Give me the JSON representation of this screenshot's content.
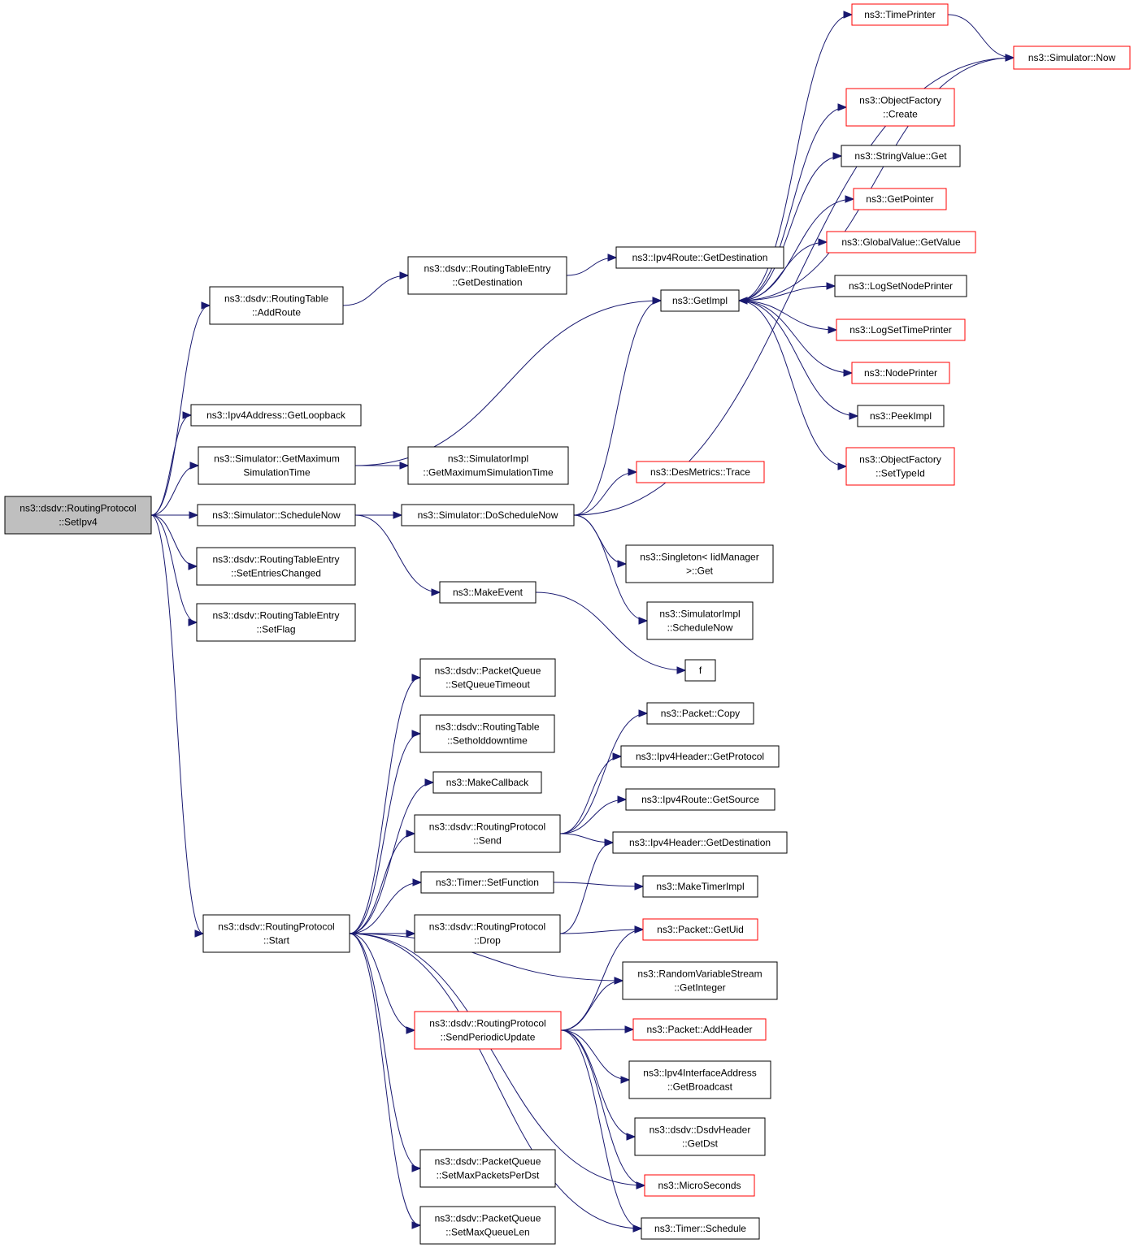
{
  "nodes": [
    {
      "id": "setipv4",
      "label": [
        "ns3::dsdv::RoutingProtocol",
        "::SetIpv4"
      ],
      "root": true
    },
    {
      "id": "addroute",
      "label": [
        "ns3::dsdv::RoutingTable",
        "::AddRoute"
      ]
    },
    {
      "id": "getloopback",
      "label": [
        "ns3::Ipv4Address::GetLoopback"
      ]
    },
    {
      "id": "getmaxsim",
      "label": [
        "ns3::Simulator::GetMaximum",
        "SimulationTime"
      ]
    },
    {
      "id": "schedulenow",
      "label": [
        "ns3::Simulator::ScheduleNow"
      ]
    },
    {
      "id": "setentrieschanged",
      "label": [
        "ns3::dsdv::RoutingTableEntry",
        "::SetEntriesChanged"
      ]
    },
    {
      "id": "setflag",
      "label": [
        "ns3::dsdv::RoutingTableEntry",
        "::SetFlag"
      ]
    },
    {
      "id": "start",
      "label": [
        "ns3::dsdv::RoutingProtocol",
        "::Start"
      ]
    },
    {
      "id": "rte_getdest",
      "label": [
        "ns3::dsdv::RoutingTableEntry",
        "::GetDestination"
      ]
    },
    {
      "id": "ipv4route_getdest",
      "label": [
        "ns3::Ipv4Route::GetDestination"
      ]
    },
    {
      "id": "getimpl",
      "label": [
        "ns3::GetImpl"
      ]
    },
    {
      "id": "simimpl_getmax",
      "label": [
        "ns3::SimulatorImpl",
        "::GetMaximumSimulationTime"
      ]
    },
    {
      "id": "doschedulenow",
      "label": [
        "ns3::Simulator::DoScheduleNow"
      ]
    },
    {
      "id": "makeevent",
      "label": [
        "ns3::MakeEvent"
      ]
    },
    {
      "id": "timeprinter",
      "label": [
        "ns3::TimePrinter"
      ],
      "red": true
    },
    {
      "id": "simnow",
      "label": [
        "ns3::Simulator::Now"
      ],
      "red": true
    },
    {
      "id": "objfactory_create",
      "label": [
        "ns3::ObjectFactory",
        "::Create"
      ],
      "red": true
    },
    {
      "id": "stringvalue_get",
      "label": [
        "ns3::StringValue::Get"
      ]
    },
    {
      "id": "getpointer",
      "label": [
        "ns3::GetPointer"
      ],
      "red": true
    },
    {
      "id": "globalvalue_getvalue",
      "label": [
        "ns3::GlobalValue::GetValue"
      ],
      "red": true
    },
    {
      "id": "logsetnodeprinter",
      "label": [
        "ns3::LogSetNodePrinter"
      ]
    },
    {
      "id": "logsettimeprinter",
      "label": [
        "ns3::LogSetTimePrinter"
      ],
      "red": true
    },
    {
      "id": "nodeprinter",
      "label": [
        "ns3::NodePrinter"
      ],
      "red": true
    },
    {
      "id": "peekimpl",
      "label": [
        "ns3::PeekImpl"
      ]
    },
    {
      "id": "objfactory_settypeid",
      "label": [
        "ns3::ObjectFactory",
        "::SetTypeId"
      ],
      "red": true
    },
    {
      "id": "desmetrics_trace",
      "label": [
        "ns3::DesMetrics::Trace"
      ],
      "red": true
    },
    {
      "id": "singleton_get",
      "label": [
        "ns3::Singleton< IidManager",
        ">::Get"
      ]
    },
    {
      "id": "simimpl_schedulenow",
      "label": [
        "ns3::SimulatorImpl",
        "::ScheduleNow"
      ]
    },
    {
      "id": "f",
      "label": [
        "f"
      ]
    },
    {
      "id": "setqueuetimeout",
      "label": [
        "ns3::dsdv::PacketQueue",
        "::SetQueueTimeout"
      ]
    },
    {
      "id": "setholddowntime",
      "label": [
        "ns3::dsdv::RoutingTable",
        "::Setholddowntime"
      ]
    },
    {
      "id": "makecallback",
      "label": [
        "ns3::MakeCallback"
      ]
    },
    {
      "id": "send",
      "label": [
        "ns3::dsdv::RoutingProtocol",
        "::Send"
      ]
    },
    {
      "id": "timer_setfunction",
      "label": [
        "ns3::Timer::SetFunction"
      ]
    },
    {
      "id": "drop",
      "label": [
        "ns3::dsdv::RoutingProtocol",
        "::Drop"
      ]
    },
    {
      "id": "sendperiodicupdate",
      "label": [
        "ns3::dsdv::RoutingProtocol",
        "::SendPeriodicUpdate"
      ],
      "red": true
    },
    {
      "id": "setmaxpacketsperdst",
      "label": [
        "ns3::dsdv::PacketQueue",
        "::SetMaxPacketsPerDst"
      ]
    },
    {
      "id": "setmaxqueuelen",
      "label": [
        "ns3::dsdv::PacketQueue",
        "::SetMaxQueueLen"
      ]
    },
    {
      "id": "packet_copy",
      "label": [
        "ns3::Packet::Copy"
      ]
    },
    {
      "id": "ipv4header_getprotocol",
      "label": [
        "ns3::Ipv4Header::GetProtocol"
      ]
    },
    {
      "id": "ipv4route_getsource",
      "label": [
        "ns3::Ipv4Route::GetSource"
      ]
    },
    {
      "id": "ipv4header_getdest",
      "label": [
        "ns3::Ipv4Header::GetDestination"
      ]
    },
    {
      "id": "maketimerimpl",
      "label": [
        "ns3::MakeTimerImpl"
      ]
    },
    {
      "id": "packet_getuid",
      "label": [
        "ns3::Packet::GetUid"
      ],
      "red": true
    },
    {
      "id": "rvs_getinteger",
      "label": [
        "ns3::RandomVariableStream",
        "::GetInteger"
      ]
    },
    {
      "id": "packet_addheader",
      "label": [
        "ns3::Packet::AddHeader"
      ],
      "red": true
    },
    {
      "id": "ipv4ifaddr_getbroadcast",
      "label": [
        "ns3::Ipv4InterfaceAddress",
        "::GetBroadcast"
      ]
    },
    {
      "id": "dsdvheader_getdst",
      "label": [
        "ns3::dsdv::DsdvHeader",
        "::GetDst"
      ]
    },
    {
      "id": "microseconds",
      "label": [
        "ns3::MicroSeconds"
      ],
      "red": true
    },
    {
      "id": "timer_schedule",
      "label": [
        "ns3::Timer::Schedule"
      ]
    }
  ],
  "edges": [
    [
      "setipv4",
      "addroute"
    ],
    [
      "setipv4",
      "getloopback"
    ],
    [
      "setipv4",
      "getmaxsim"
    ],
    [
      "setipv4",
      "schedulenow"
    ],
    [
      "setipv4",
      "setentrieschanged"
    ],
    [
      "setipv4",
      "setflag"
    ],
    [
      "setipv4",
      "start"
    ],
    [
      "addroute",
      "rte_getdest"
    ],
    [
      "rte_getdest",
      "ipv4route_getdest"
    ],
    [
      "getmaxsim",
      "getimpl"
    ],
    [
      "getmaxsim",
      "simimpl_getmax"
    ],
    [
      "schedulenow",
      "doschedulenow"
    ],
    [
      "schedulenow",
      "makeevent"
    ],
    [
      "doschedulenow",
      "getimpl"
    ],
    [
      "doschedulenow",
      "simnow"
    ],
    [
      "doschedulenow",
      "desmetrics_trace"
    ],
    [
      "doschedulenow",
      "singleton_get"
    ],
    [
      "doschedulenow",
      "simimpl_schedulenow"
    ],
    [
      "makeevent",
      "f"
    ],
    [
      "getimpl",
      "timeprinter"
    ],
    [
      "getimpl",
      "objfactory_create"
    ],
    [
      "getimpl",
      "stringvalue_get"
    ],
    [
      "getimpl",
      "getpointer"
    ],
    [
      "getimpl",
      "globalvalue_getvalue"
    ],
    [
      "getimpl",
      "logsetnodeprinter"
    ],
    [
      "getimpl",
      "logsettimeprinter"
    ],
    [
      "getimpl",
      "nodeprinter"
    ],
    [
      "getimpl",
      "peekimpl"
    ],
    [
      "getimpl",
      "objfactory_settypeid"
    ],
    [
      "timeprinter",
      "simnow"
    ],
    [
      "simnow",
      "getimpl"
    ],
    [
      "start",
      "setqueuetimeout"
    ],
    [
      "start",
      "setholddowntime"
    ],
    [
      "start",
      "makecallback"
    ],
    [
      "start",
      "send"
    ],
    [
      "start",
      "timer_setfunction"
    ],
    [
      "start",
      "drop"
    ],
    [
      "start",
      "sendperiodicupdate"
    ],
    [
      "start",
      "setmaxpacketsperdst"
    ],
    [
      "start",
      "setmaxqueuelen"
    ],
    [
      "start",
      "rvs_getinteger"
    ],
    [
      "start",
      "microseconds"
    ],
    [
      "start",
      "timer_schedule"
    ],
    [
      "send",
      "packet_copy"
    ],
    [
      "send",
      "ipv4header_getprotocol"
    ],
    [
      "send",
      "ipv4route_getsource"
    ],
    [
      "send",
      "ipv4header_getdest"
    ],
    [
      "timer_setfunction",
      "maketimerimpl"
    ],
    [
      "drop",
      "ipv4header_getdest"
    ],
    [
      "drop",
      "packet_getuid"
    ],
    [
      "sendperiodicupdate",
      "packet_getuid"
    ],
    [
      "sendperiodicupdate",
      "rvs_getinteger"
    ],
    [
      "sendperiodicupdate",
      "packet_addheader"
    ],
    [
      "sendperiodicupdate",
      "ipv4ifaddr_getbroadcast"
    ],
    [
      "sendperiodicupdate",
      "dsdvheader_getdst"
    ],
    [
      "sendperiodicupdate",
      "microseconds"
    ],
    [
      "sendperiodicupdate",
      "timer_schedule"
    ]
  ],
  "colors": {
    "edge": "#191970",
    "node_border": "#000000",
    "node_border_highlight": "#ff0000",
    "root_fill": "#bfbfbf"
  }
}
